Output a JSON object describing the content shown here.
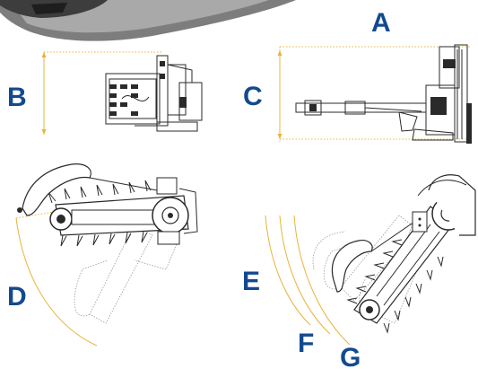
{
  "labels": {
    "a": "A",
    "b": "B",
    "c": "C",
    "d": "D",
    "e": "E",
    "f": "F",
    "g": "G"
  },
  "colors": {
    "label": "#134a8e",
    "dimension_line": "#e8b43c",
    "ink": "#2a2a2a"
  }
}
